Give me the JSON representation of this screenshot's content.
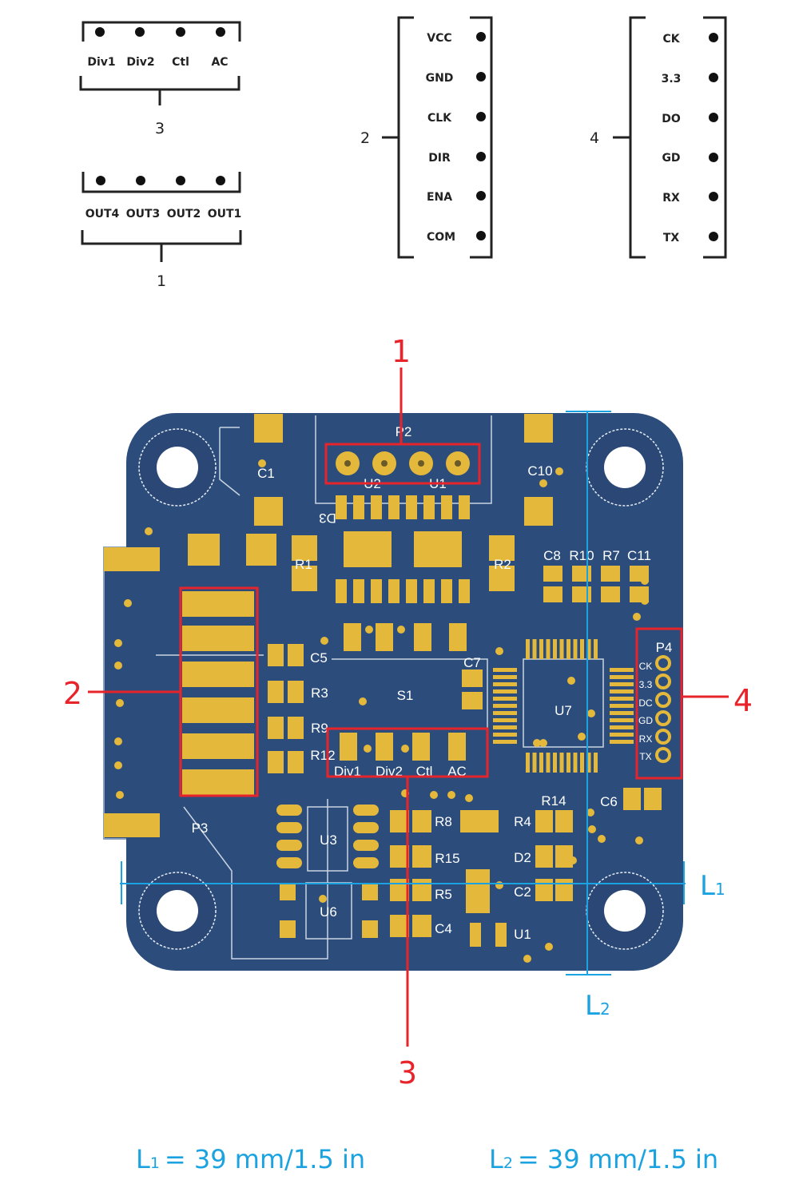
{
  "connectors": {
    "c3": {
      "number": "3",
      "pins": [
        "Div1",
        "Div2",
        "Ctl",
        "AC"
      ]
    },
    "c1": {
      "number": "1",
      "pins": [
        "OUT4",
        "OUT3",
        "OUT2",
        "OUT1"
      ]
    },
    "c2": {
      "number": "2",
      "pins": [
        "VCC",
        "GND",
        "CLK",
        "DIR",
        "ENA",
        "COM"
      ]
    },
    "c4": {
      "number": "4",
      "pins": [
        "CK",
        "3.3",
        "DO",
        "GD",
        "RX",
        "TX"
      ]
    }
  },
  "board": {
    "labels": {
      "p2": "P2",
      "c1": "C1",
      "c10": "C10",
      "u2": "U2",
      "u1": "U1",
      "d3": "D3",
      "r1": "R1",
      "r2": "R2",
      "c8": "C8",
      "r10": "R10",
      "r7": "R7",
      "c11": "C11",
      "c5": "C5",
      "c7": "C7",
      "s1": "S1",
      "u7": "U7",
      "p4": "P4",
      "r3": "R3",
      "r9": "R9",
      "r12": "R12",
      "p3": "P3",
      "u3": "U3",
      "u6": "U6",
      "r8": "R8",
      "r15": "R15",
      "r5": "R5",
      "c4": "C4",
      "r14": "R14",
      "r4": "R4",
      "d2": "D2",
      "c2": "C2",
      "c6": "C6",
      "u1b": "U1"
    },
    "p4_pins": [
      "CK",
      "3.3",
      "DC",
      "GD",
      "RX",
      "TX"
    ],
    "sw_pins": [
      "Div1",
      "Div2",
      "Ctl",
      "AC"
    ]
  },
  "callouts": [
    "1",
    "2",
    "3",
    "4"
  ],
  "dimensions": {
    "l1_label": "L",
    "l1_sub": "1",
    "l2_label": "L",
    "l2_sub": "2",
    "l1_text": "= 39 mm/1.5 in",
    "l2_text": "= 39 mm/1.5 in"
  },
  "colors": {
    "board": "#2c4d7c",
    "pad": "#e4b83a",
    "callout": "#e8242b",
    "dimension": "#1aa3e0"
  }
}
